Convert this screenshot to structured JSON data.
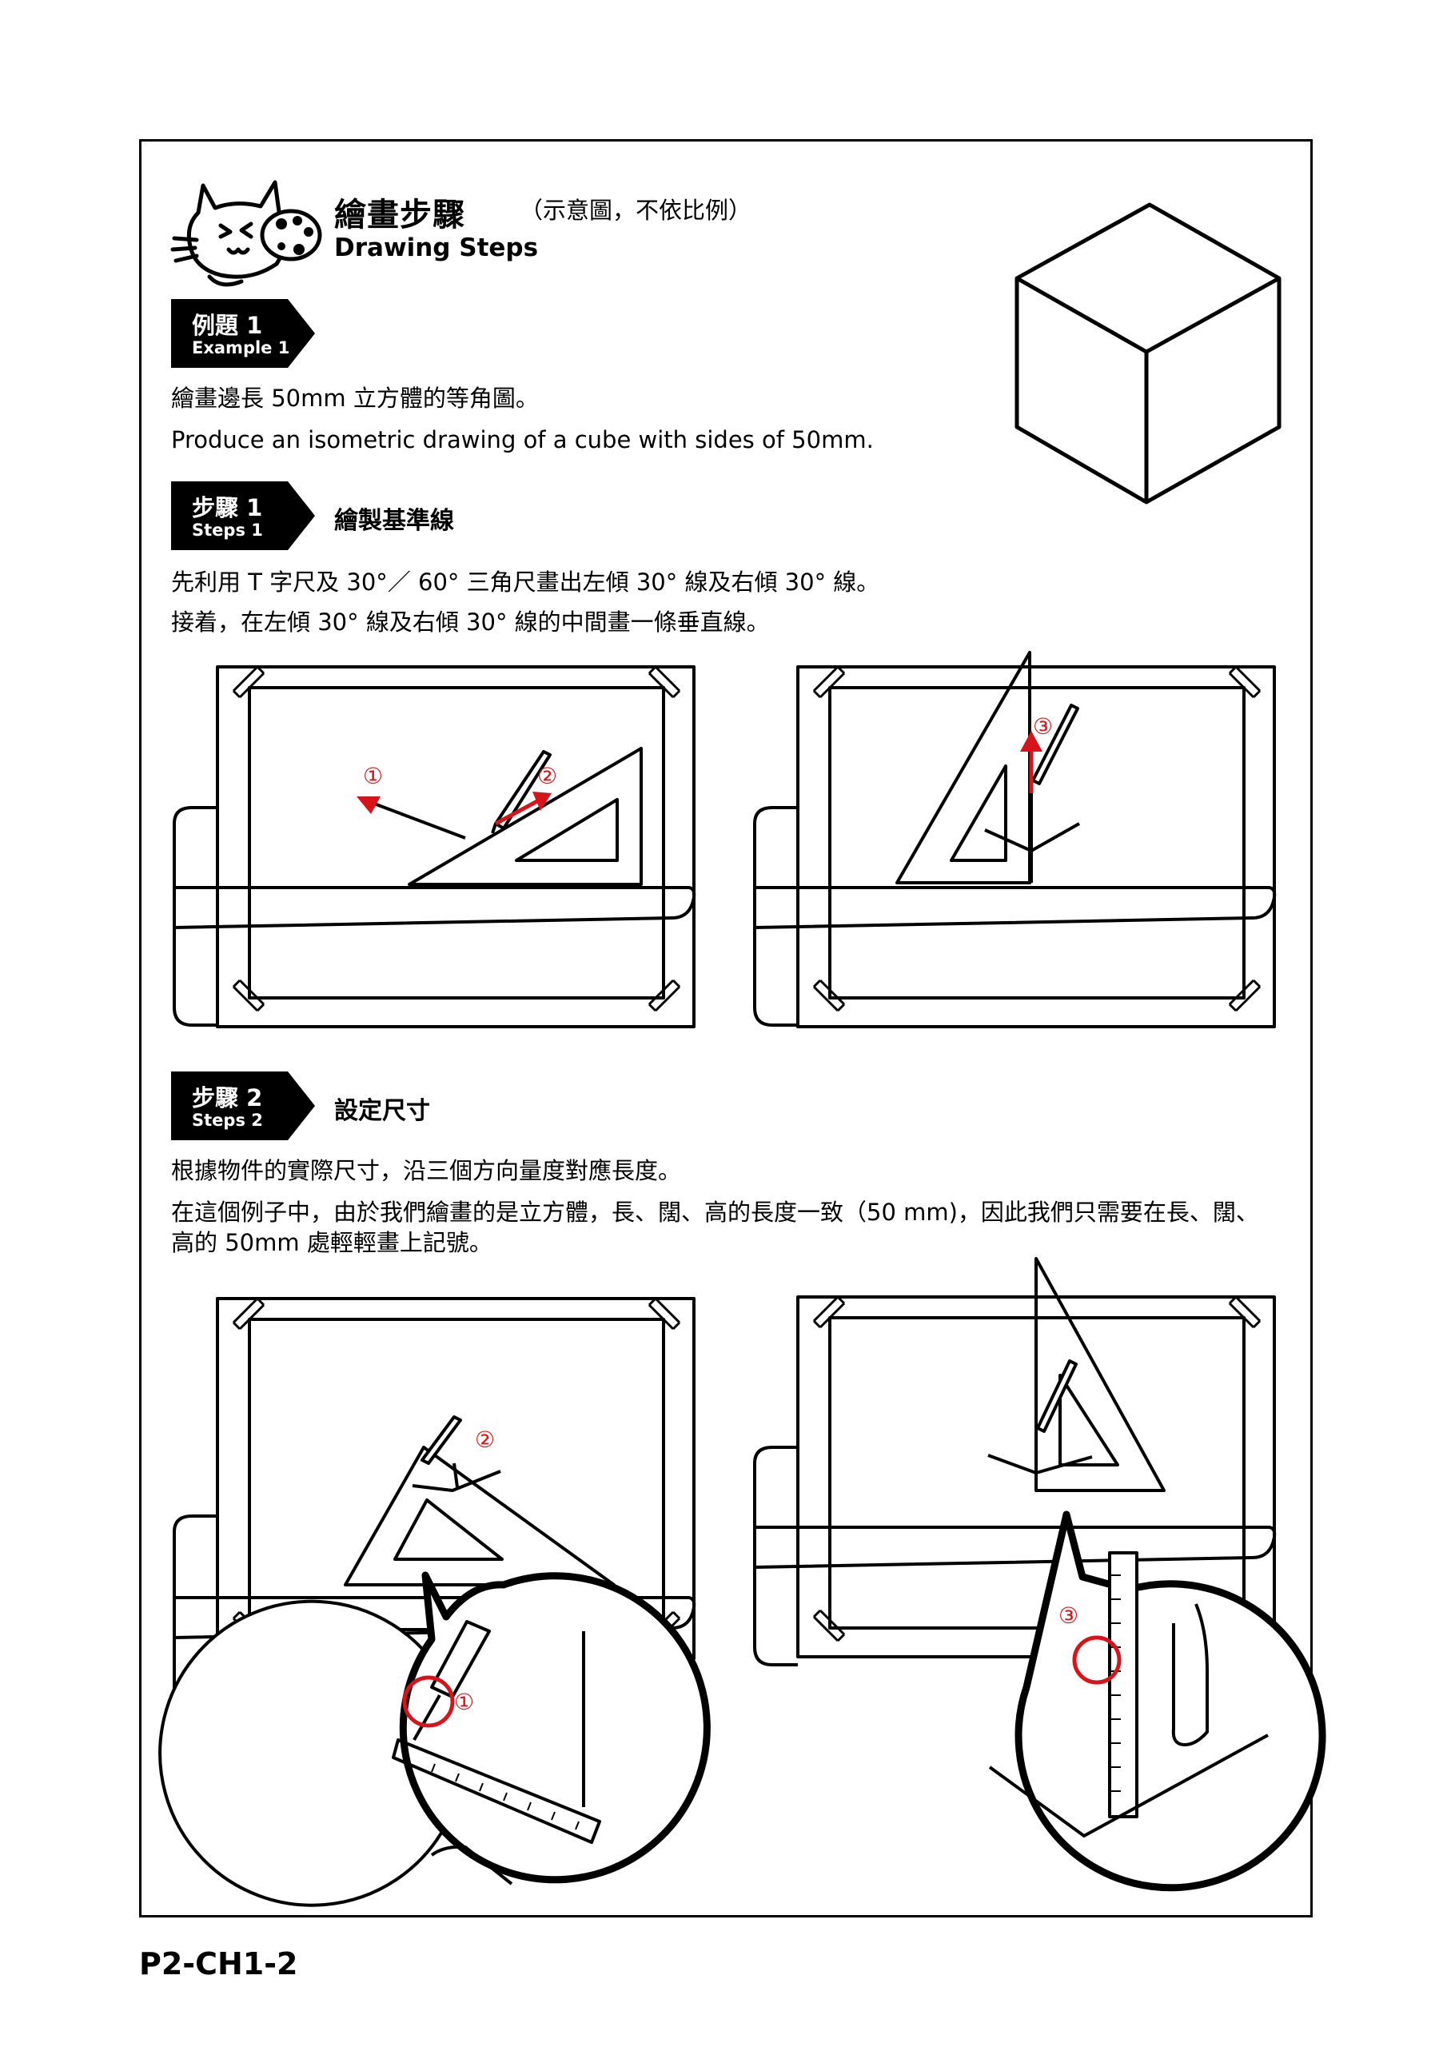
{
  "header": {
    "title_zh": "繪畫步驟",
    "title_en": "Drawing Steps",
    "note": "（示意圖，不依比例）"
  },
  "example": {
    "tag_zh": "例題 1",
    "tag_en": "Example 1",
    "text_zh": "繪畫邊長 50mm 立方體的等角圖。",
    "text_en": "Produce an isometric drawing of a cube with sides of 50mm."
  },
  "step1": {
    "tag_zh": "步驟 1",
    "tag_en": "Steps 1",
    "title": "繪製基準線",
    "line1": "先利用 T 字尺及 30°／ 60° 三角尺畫出左傾 30° 線及右傾 30° 線。",
    "line2": "接着，在左傾 30° 線及右傾 30° 線的中間畫一條垂直線。",
    "markers": [
      "①",
      "②",
      "③"
    ]
  },
  "step2": {
    "tag_zh": "步驟 2",
    "tag_en": "Steps 2",
    "title": "設定尺寸",
    "line1": "根據物件的實際尺寸，沿三個方向量度對應長度。",
    "line2": "在這個例子中，由於我們繪畫的是立方體，長、闊、高的長度一致（50 mm)，因此我們只需要在長、闊、",
    "line3": "高的 50mm 處輕輕畫上記號。",
    "markers": [
      "②",
      "①",
      "③"
    ]
  },
  "footer": {
    "page_code": "P2-CH1-2"
  },
  "colors": {
    "accent": "#d7141a",
    "ink": "#000000"
  }
}
